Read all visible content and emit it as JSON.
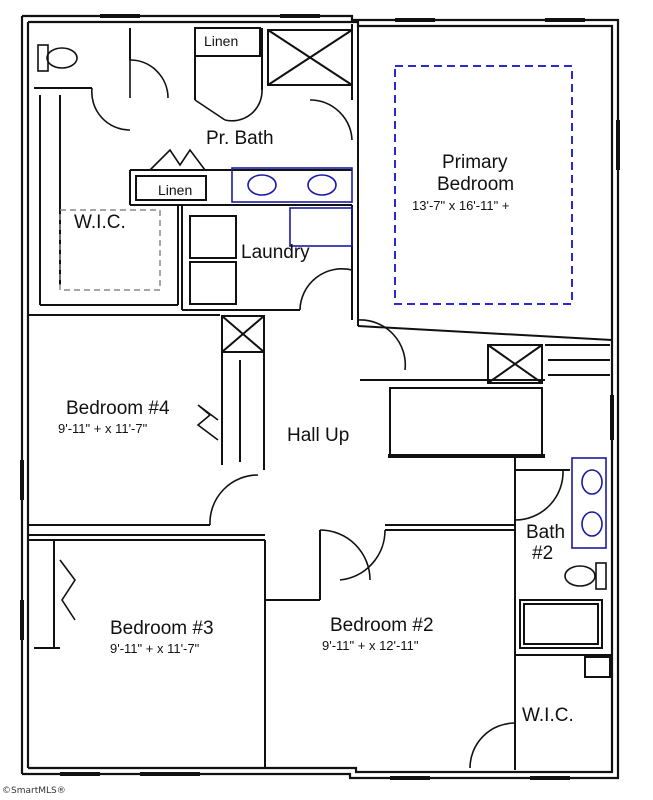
{
  "rooms": {
    "primary_bedroom": {
      "name_line1": "Primary",
      "name_line2": "Bedroom",
      "dims": "13'-7\" x 16'-11\" +"
    },
    "pr_bath": {
      "name": "Pr. Bath"
    },
    "linen_top": {
      "name": "Linen"
    },
    "linen_bottom": {
      "name": "Linen"
    },
    "wic_left": {
      "name": "W.I.C."
    },
    "laundry": {
      "name": "Laundry"
    },
    "bedroom4": {
      "name": "Bedroom #4",
      "dims": "9'-11\" + x 11'-7\""
    },
    "hall": {
      "name": "Hall Up"
    },
    "bath2": {
      "name_line1": "Bath",
      "name_line2": "#2"
    },
    "bedroom3": {
      "name": "Bedroom #3",
      "dims": "9'-11\" + x 11'-7\""
    },
    "bedroom2": {
      "name": "Bedroom #2",
      "dims": "9'-11\" + x 12'-11\""
    },
    "wic_right": {
      "name": "W.I.C."
    }
  },
  "watermark": "©SmartMLS®",
  "colors": {
    "wall": "#111111",
    "fixture_blue": "#1a1aa6",
    "dashed_blue": "#2a2ad0",
    "background": "#ffffff"
  }
}
